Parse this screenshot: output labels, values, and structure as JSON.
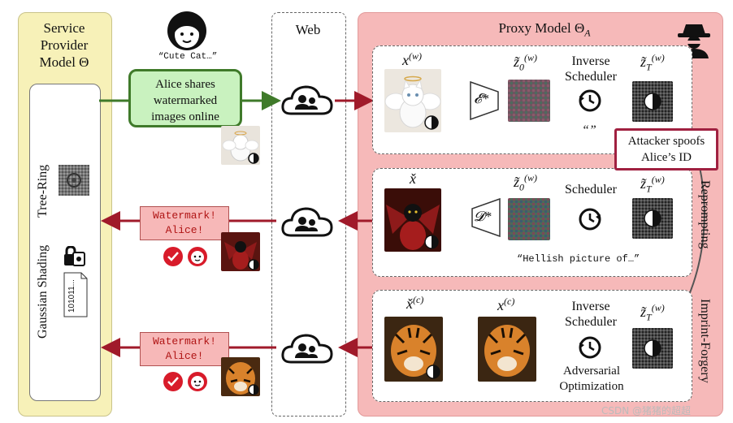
{
  "service_provider": {
    "title_line1": "Service",
    "title_line2": "Provider",
    "title_line3": "Model Θ",
    "tree_ring": "Tree-Ring",
    "gaussian_shading": "Gaussian Shading",
    "bits": "101011..."
  },
  "alice": {
    "prompt": "“Cute Cat…”",
    "shares_line1": "Alice shares",
    "shares_line2": "watermarked",
    "shares_line3": "images online"
  },
  "web": {
    "title": "Web"
  },
  "proxy": {
    "title": "Proxy Model Θ",
    "title_sub": "A",
    "row1": {
      "x_w": "x",
      "x_w_sup": "(w)",
      "encoder": "𝓔*",
      "z0": "z̃",
      "z0_sub": "0",
      "z0_sup": "(w)",
      "inverse_line1": "Inverse",
      "inverse_line2": "Scheduler",
      "zT": "z̃",
      "zT_sub": "T",
      "zT_sup": "(w)",
      "empty_prompt": "“”"
    },
    "spoof_line1": "Attacker spoofs",
    "spoof_line2": "Alice’s ID",
    "row2": {
      "x_check": "x̌",
      "decoder": "𝓓*",
      "z0": "z̃",
      "z0_sub": "0",
      "z0_sup": "(w)",
      "scheduler": "Scheduler",
      "zT": "z̃",
      "zT_sub": "T",
      "zT_sup": "(w)",
      "prompt": "“Hellish picture of…”",
      "side_label": "Reprompting"
    },
    "row3": {
      "x_check": "x̌",
      "x_check_sup": "(c)",
      "x_c": "x",
      "x_c_sup": "(c)",
      "inverse_line1": "Inverse",
      "inverse_line2": "Scheduler",
      "zT": "z̃",
      "zT_sub": "T",
      "zT_sup": "(w)",
      "adv_line1": "Adversarial",
      "adv_line2": "Optimization",
      "side_label": "Imprint-Forgery"
    }
  },
  "detections": [
    {
      "line1": "Watermark!",
      "line2": "Alice!"
    },
    {
      "line1": "Watermark!",
      "line2": "Alice!"
    }
  ],
  "watermark_text": "CSDN @猪猪的超超",
  "colors": {
    "green_arrow": "#3f7a2a",
    "red_arrow": "#a01a2a",
    "proxy_bg": "#f6b9b9",
    "provider_bg": "#f7f1b8"
  }
}
